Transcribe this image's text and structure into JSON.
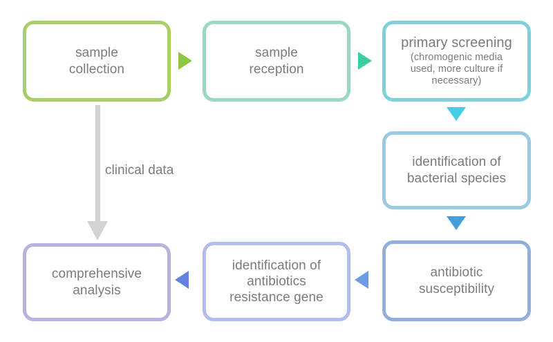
{
  "diagram": {
    "title": "Clinical microbiology workflow flowchart",
    "background": "#ffffff",
    "text_color": "#7b7b7b"
  },
  "nodes": [
    {
      "id": "sample-collection",
      "label": "sample\ncollection",
      "sublabel": "",
      "border_color": "#a8ce6a"
    },
    {
      "id": "sample-reception",
      "label": "sample\nreception",
      "sublabel": "",
      "border_color": "#98d8c4"
    },
    {
      "id": "primary-screening",
      "label": "primary screening",
      "sublabel": "(chromogenic media\nused, more culture if\nnecessary)",
      "border_color": "#7ed0da"
    },
    {
      "id": "identification-species",
      "label": "identification of\nbacterial species",
      "sublabel": "",
      "border_color": "#99c9e3"
    },
    {
      "id": "antibiotic-susceptibility",
      "label": "antibiotic\nsusceptibility",
      "sublabel": "",
      "border_color": "#93aed9"
    },
    {
      "id": "resistance-gene",
      "label": "identification of\nantibiotics\nresistance gene",
      "sublabel": "",
      "border_color": "#b2bced"
    },
    {
      "id": "comprehensive-analysis",
      "label": "comprehensive\nanalysis",
      "sublabel": "",
      "border_color": "#bbb1e0"
    }
  ],
  "arrows": [
    {
      "id": "arrow-1",
      "direction": "right",
      "color": "#8dc63f",
      "from": "sample-collection",
      "to": "sample-reception"
    },
    {
      "id": "arrow-2",
      "direction": "right",
      "color": "#3cce9f",
      "from": "sample-reception",
      "to": "primary-screening"
    },
    {
      "id": "arrow-3",
      "direction": "down",
      "color": "#45cfe4",
      "from": "primary-screening",
      "to": "identification-species"
    },
    {
      "id": "arrow-4",
      "direction": "down",
      "color": "#439fdd",
      "from": "identification-species",
      "to": "antibiotic-susceptibility"
    },
    {
      "id": "arrow-5",
      "direction": "left",
      "color": "#6d9ae0",
      "from": "antibiotic-susceptibility",
      "to": "resistance-gene"
    },
    {
      "id": "arrow-6",
      "direction": "left",
      "color": "#6382e0",
      "from": "resistance-gene",
      "to": "comprehensive-analysis"
    }
  ],
  "clinical_data_connector": {
    "label": "clinical data",
    "color": "#d2d2d2",
    "from": "sample-collection",
    "to": "comprehensive-analysis"
  }
}
